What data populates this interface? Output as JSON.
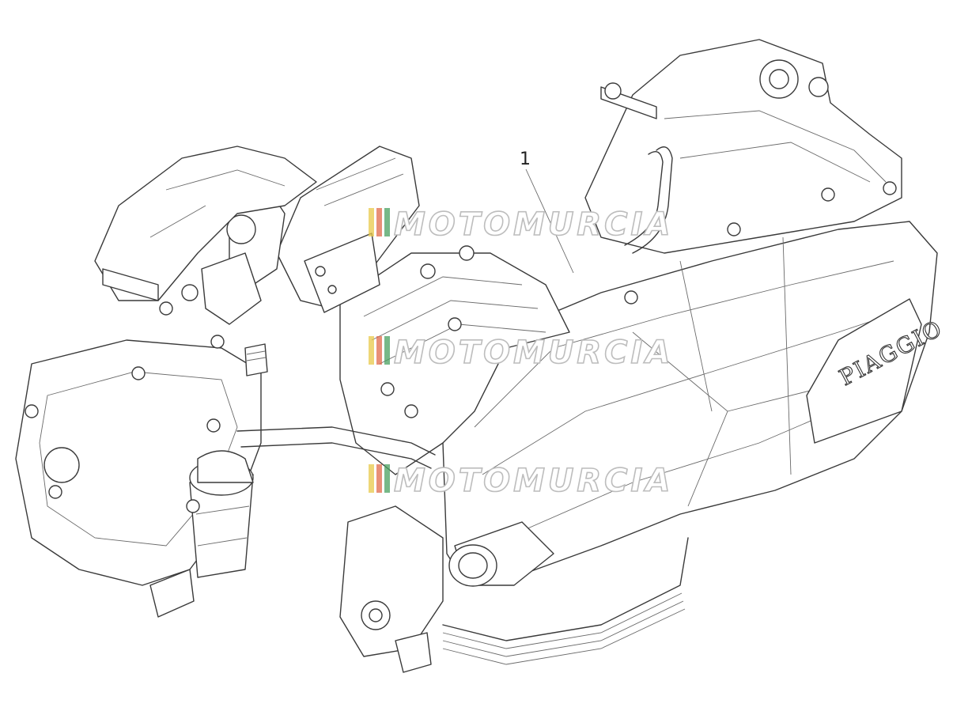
{
  "diagram": {
    "callouts": [
      {
        "label": "1"
      }
    ],
    "engine_brand_mark": "PIAGGIO",
    "watermark": {
      "text": "MOTOMURCIA",
      "stripe_colors": [
        "#e8c84a",
        "#e06a4a",
        "#4aa060"
      ]
    }
  }
}
